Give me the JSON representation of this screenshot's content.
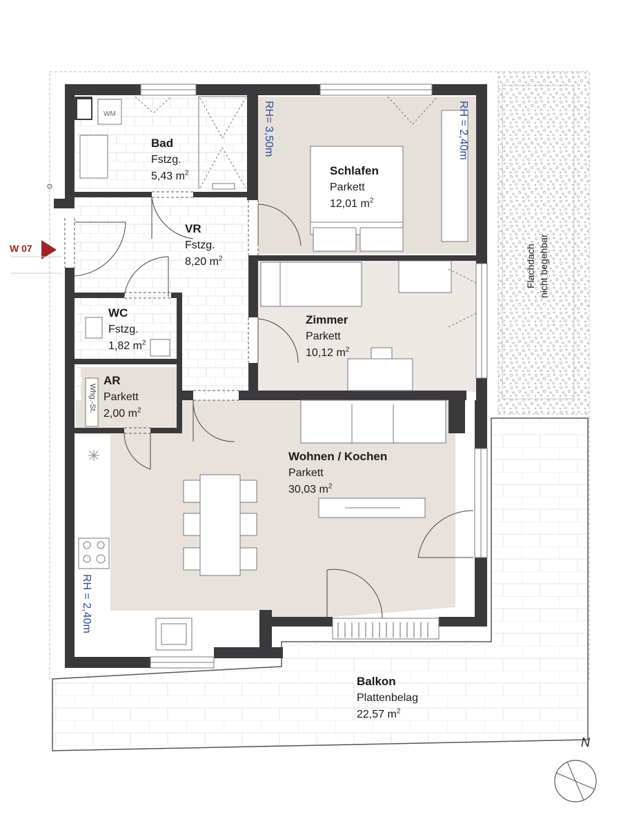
{
  "rooms": {
    "bad": {
      "name": "Bad",
      "floor": "Fstzg.",
      "area": "5,43 m",
      "unit_sup": "2"
    },
    "schlafen": {
      "name": "Schlafen",
      "floor": "Parkett",
      "area": "12,01 m",
      "unit_sup": "2"
    },
    "vr": {
      "name": "VR",
      "floor": "Fstzg.",
      "area": "8,20 m",
      "unit_sup": "2"
    },
    "wc": {
      "name": "WC",
      "floor": "Fstzg.",
      "area": "1,82 m",
      "unit_sup": "2"
    },
    "zimmer": {
      "name": "Zimmer",
      "floor": "Parkett",
      "area": "10,12 m",
      "unit_sup": "2"
    },
    "ar": {
      "name": "AR",
      "floor": "Parkett",
      "area": "2,00 m",
      "unit_sup": "2"
    },
    "wohnen": {
      "name": "Wohnen / Kochen",
      "floor": "Parkett",
      "area": "30,03 m",
      "unit_sup": "2"
    },
    "balkon": {
      "name": "Balkon",
      "floor": "Plattenbelag",
      "area": "22,57 m",
      "unit_sup": "2"
    }
  },
  "ceiling_heights": {
    "bad_schlafen": "RH= 3,50m",
    "schlafen_right": "RH = 2,40m",
    "wohnen_left": "RH = 2,40m"
  },
  "flachdach": {
    "line1": "Flachdach",
    "line2": "nicht begehbar"
  },
  "fixtures": {
    "washing_machine": "WM",
    "storage": "Whg.-St."
  },
  "unit_tag": "W 07",
  "north": "N",
  "colors": {
    "wall": "#3a3a3c",
    "floor_tint": "#e6e0da",
    "tile": "#dcdcdc",
    "accent": "#a02424",
    "rh_text": "#2b4c9b"
  }
}
